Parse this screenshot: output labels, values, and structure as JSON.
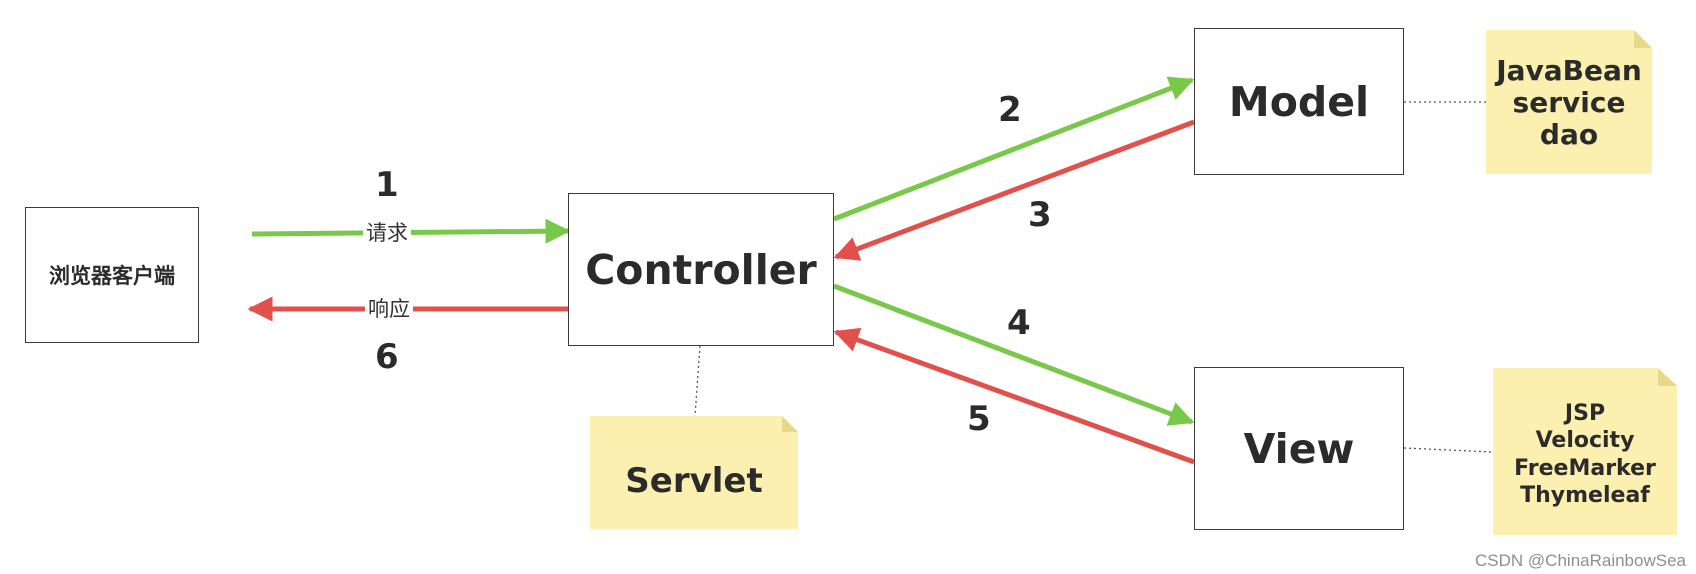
{
  "nodes": {
    "browser": "浏览器客户端",
    "controller": "Controller",
    "model": "Model",
    "view": "View"
  },
  "notes": {
    "servlet": "Servlet",
    "model_note": [
      "JavaBean",
      "service",
      "dao"
    ],
    "view_note": [
      "JSP",
      "Velocity",
      "FreeMarker",
      "Thymeleaf"
    ]
  },
  "edges": {
    "request_label": "请求",
    "response_label": "响应",
    "step1": "1",
    "step2": "2",
    "step3": "3",
    "step4": "4",
    "step5": "5",
    "step6": "6"
  },
  "colors": {
    "forward": "#78c94a",
    "backward": "#e2504b",
    "note_fill": "#fbf0b0",
    "note_fold": "#e8d98a"
  },
  "watermark": "CSDN @ChinaRainbowSea"
}
